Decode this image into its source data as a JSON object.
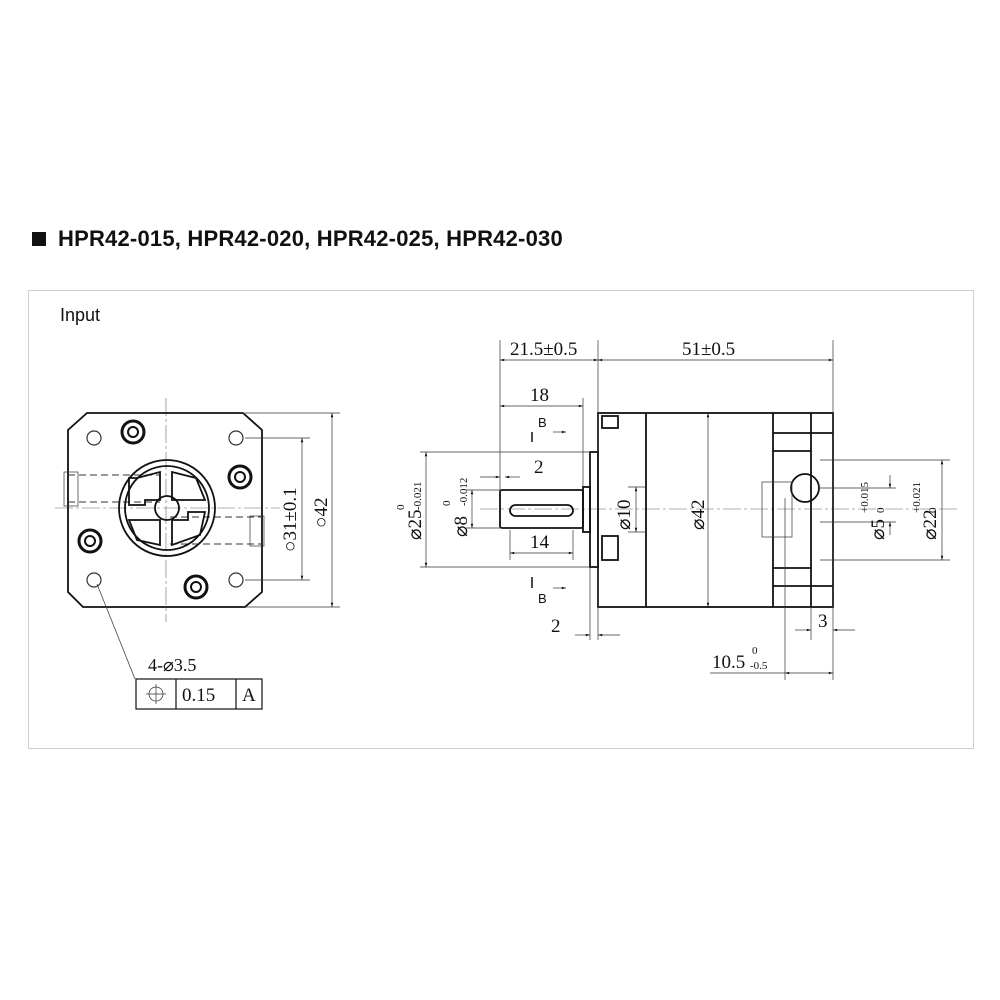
{
  "header": {
    "title": "HPR42-015, HPR42-020, HPR42-025, HPR42-030"
  },
  "panel": {
    "label": "Input"
  },
  "front_view": {
    "dim_pcd": "○31±0.1",
    "dim_outer": "○42",
    "hole_callout": "4-⌀3.5",
    "tolerance_frame": {
      "symbol": "position-icon",
      "value": "0.15",
      "datum": "A"
    }
  },
  "side_view": {
    "dim_shaft_length": "21.5±0.5",
    "dim_body_length": "51±0.5",
    "dim_18": "18",
    "dim_2_top": "2",
    "dim_14": "14",
    "dim_2_bottom": "2",
    "dim_d10": "⌀10",
    "dim_d42": "⌀42",
    "dim_d25": {
      "base": "⌀25",
      "upper": "0",
      "lower": "-0.021"
    },
    "dim_d8": {
      "base": "⌀8",
      "upper": "0",
      "lower": "-0.012"
    },
    "dim_d5": {
      "base": "⌀5",
      "upper": "+0.015",
      "lower": "0"
    },
    "dim_d22": {
      "base": "⌀22",
      "upper": "+0.021",
      "lower": "0"
    },
    "dim_3": "3",
    "dim_10_5": {
      "base": "10.5",
      "upper": "0",
      "lower": "-0.5"
    },
    "section_mark": "B"
  }
}
